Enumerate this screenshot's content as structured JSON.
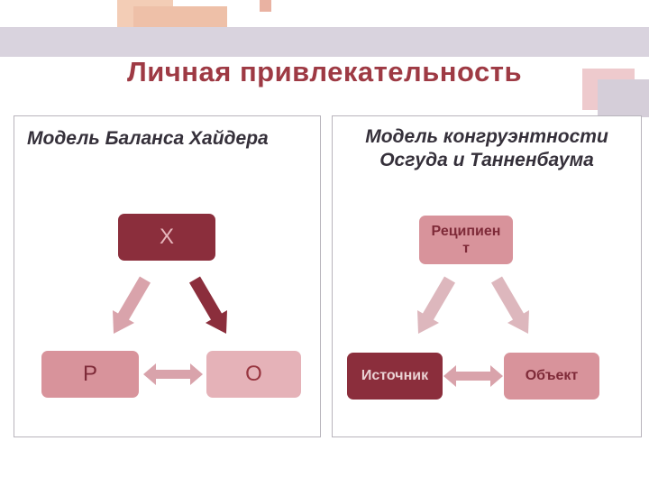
{
  "slide": {
    "title": "Личная привлекательность"
  },
  "heider_panel": {
    "title": "Модель Баланса Хайдера",
    "nodes": {
      "top": "Х",
      "bottom_left": "Р",
      "bottom_right": "О"
    }
  },
  "congruity_panel": {
    "title_line1": "Модель конгруэнтности",
    "title_line2": "Осгуда и Танненбаума",
    "nodes": {
      "top": "Реципиент",
      "bottom_left": "Источник",
      "bottom_right": "Объект"
    }
  },
  "icons": {
    "diagonal_left": "arrow-down-left",
    "diagonal_right": "arrow-down-right",
    "horizontal": "arrow-double-horizontal"
  },
  "colors": {
    "title": "#9e3a44",
    "box_dark_maroon": "#8b2e3c",
    "box_medium_pink": "#d8939b",
    "box_light_pink": "#e5b2b8",
    "arrow_pink": "#d9a3ab",
    "arrow_light_pink": "#ddb7bd",
    "arrow_dark": "#8b2e3c",
    "band_lavender": "#d9d3de",
    "decor_salmon": "#eec0a8",
    "panel_border": "#b8b4bc"
  }
}
